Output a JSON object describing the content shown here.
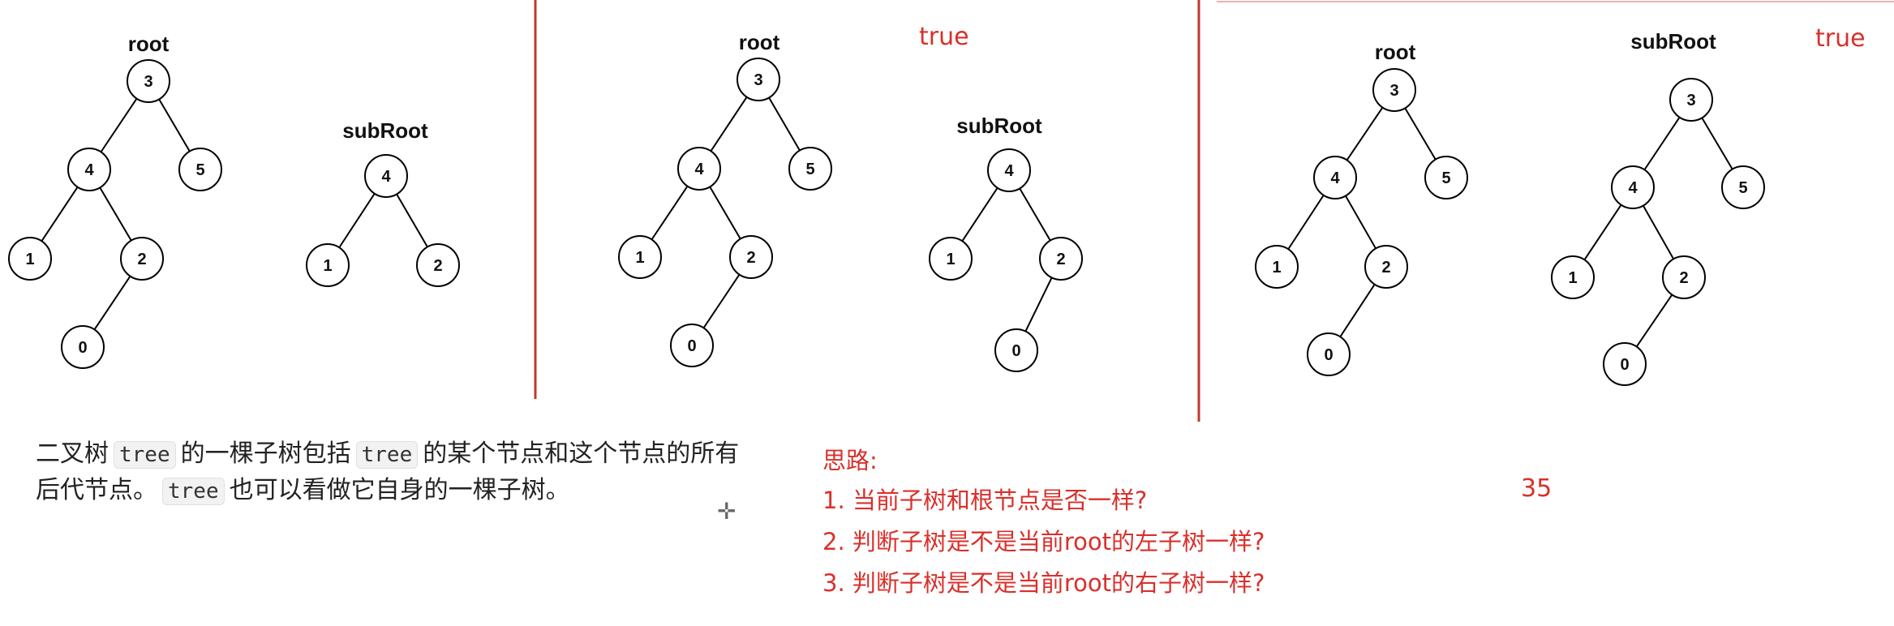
{
  "panels": [
    {
      "trees": [
        {
          "title": "root",
          "nodes": [
            "3",
            "4",
            "5",
            "1",
            "2",
            "0"
          ]
        },
        {
          "title": "subRoot",
          "nodes": [
            "4",
            "1",
            "2"
          ]
        }
      ]
    },
    {
      "result": "true",
      "trees": [
        {
          "title": "root",
          "nodes": [
            "3",
            "4",
            "5",
            "1",
            "2",
            "0"
          ]
        },
        {
          "title": "subRoot",
          "nodes": [
            "4",
            "1",
            "2",
            "0"
          ]
        }
      ]
    },
    {
      "result": "true",
      "trees": [
        {
          "title": "root",
          "nodes": [
            "3",
            "4",
            "5",
            "1",
            "2",
            "0"
          ]
        },
        {
          "title": "subRoot",
          "nodes": [
            "3",
            "4",
            "5",
            "1",
            "2",
            "0"
          ]
        }
      ]
    }
  ],
  "description": {
    "line1_a": "二叉树",
    "code1": "tree",
    "line1_b": "的一棵子树包括",
    "code2": "tree",
    "line1_c": "的某个节点和这个节点的所有",
    "line2_a": "后代节点。",
    "code3": "tree",
    "line2_b": "也可以看做它自身的一棵子树。"
  },
  "thoughts": {
    "heading": "思路:",
    "steps": [
      "1. 当前子树和根节点是否一样?",
      "2. 判断子树是不是当前root的左子树一样?",
      "3. 判断子树是不是当前root的右子树一样?"
    ]
  },
  "number": "35",
  "colors": {
    "divider": "#c0392b",
    "annotation": "#d9302b",
    "node_stroke": "#000000"
  }
}
